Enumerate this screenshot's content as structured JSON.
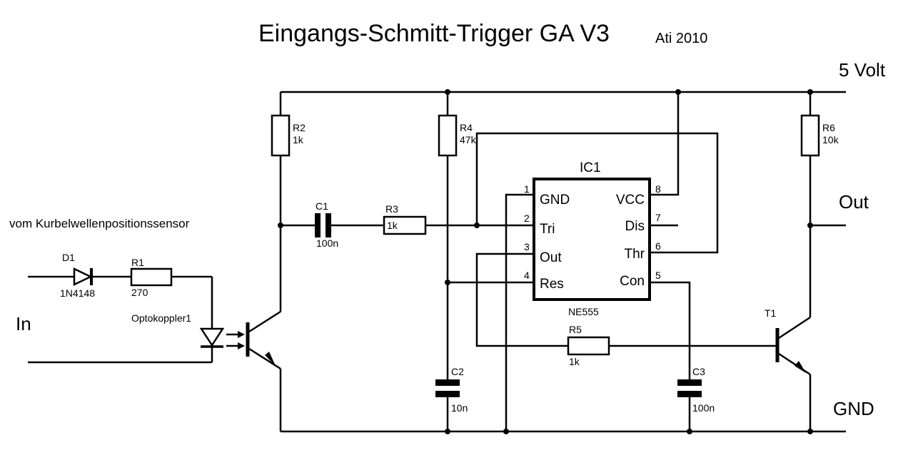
{
  "title": "Eingangs-Schmitt-Trigger GA V3",
  "author_year": "Ati 2010",
  "rails": {
    "supply_label": "5 Volt",
    "ground_label": "GND",
    "output_label": "Out",
    "input_label": "In"
  },
  "source_note": "vom Kurbelwellenpositionssensor",
  "components": {
    "D1": {
      "ref": "D1",
      "value": "1N4148"
    },
    "R1": {
      "ref": "R1",
      "value": "270"
    },
    "opto": {
      "ref": "Optokoppler1"
    },
    "R2": {
      "ref": "R2",
      "value": "1k"
    },
    "C1": {
      "ref": "C1",
      "value": "100n"
    },
    "R3": {
      "ref": "R3",
      "value": "1k"
    },
    "R4": {
      "ref": "R4",
      "value": "47k"
    },
    "C2": {
      "ref": "C2",
      "value": "10n"
    },
    "R5": {
      "ref": "R5",
      "value": "1k"
    },
    "C3": {
      "ref": "C3",
      "value": "100n"
    },
    "R6": {
      "ref": "R6",
      "value": "10k"
    },
    "T1": {
      "ref": "T1"
    },
    "IC1": {
      "ref": "IC1",
      "part": "NE555",
      "pins": [
        {
          "num": "1",
          "name": "GND"
        },
        {
          "num": "2",
          "name": "Tri"
        },
        {
          "num": "3",
          "name": "Out"
        },
        {
          "num": "4",
          "name": "Res"
        },
        {
          "num": "5",
          "name": "Con"
        },
        {
          "num": "6",
          "name": "Thr"
        },
        {
          "num": "7",
          "name": "Dis"
        },
        {
          "num": "8",
          "name": "VCC"
        }
      ]
    }
  }
}
